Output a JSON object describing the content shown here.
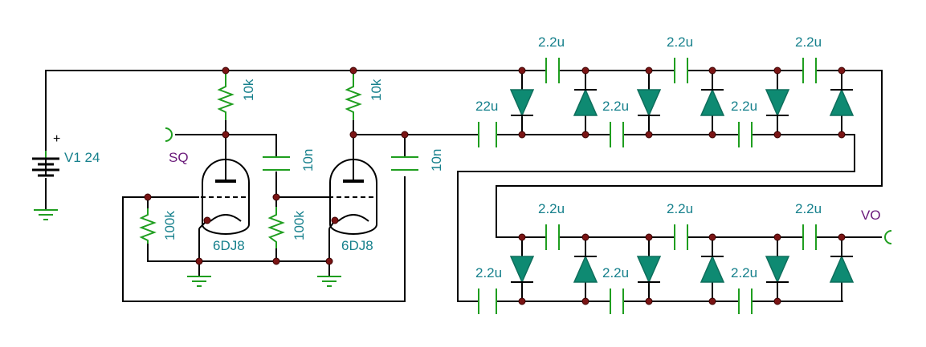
{
  "battery": {
    "label": "V1 24",
    "plus": "+"
  },
  "nodes": {
    "square": "SQ",
    "out": "VO"
  },
  "tubes": [
    "6DJ8",
    "6DJ8"
  ],
  "resistors": {
    "plate1": "10k",
    "plate2": "10k",
    "grid1": "100k",
    "grid2": "100k"
  },
  "coupling_caps": [
    "10n",
    "10n"
  ],
  "first_cap": "22u",
  "ladder_caps": "2.2u",
  "colors": {
    "wire": "#000000",
    "component": "#1f9e1f",
    "diode_fill": "#0e8a72",
    "label": "#16808c",
    "node_label": "#6a1a7a"
  }
}
